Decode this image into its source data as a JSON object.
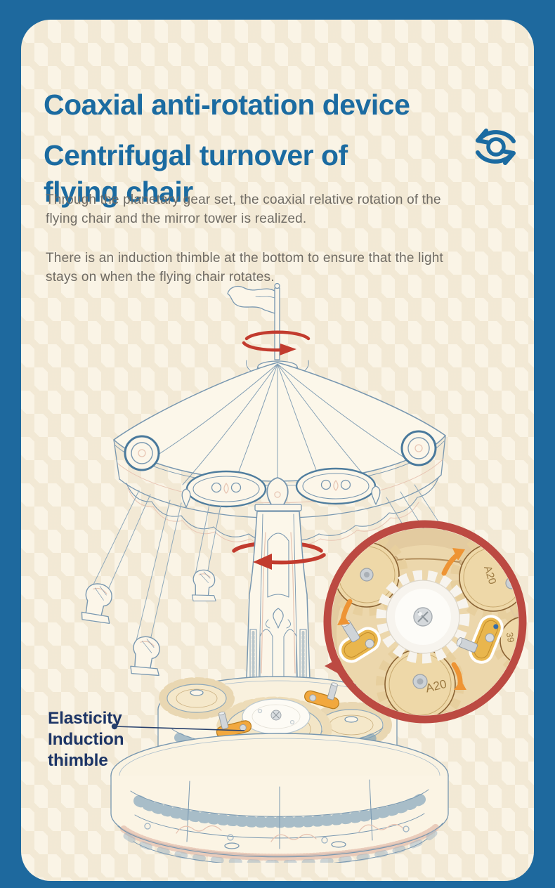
{
  "frame": {
    "border_color": "#1e699e"
  },
  "card": {
    "background_color": "#faf4e6"
  },
  "header": {
    "title": "Coaxial anti-rotation device",
    "subtitle_lines": [
      "Centrifugal turnover of",
      "flying chair"
    ],
    "text_color": "#1b6ba1",
    "icon": "rotate-sync"
  },
  "body": {
    "paragraphs": [
      "Through the planetary gear set, the coaxial relative rotation of the flying chair and the mirror tower is realized.",
      "There is an induction thimble at the bottom to ensure that the light stays on when the flying chair rotates."
    ],
    "text_color": "#6f6b64"
  },
  "illustration": {
    "line_color": "#7897b0",
    "accent_color": "#e6c2b0",
    "rotation_arrow_color": "#c23b2e",
    "thimble_highlight_color": "#f2a83e"
  },
  "inset_photo": {
    "ring_color": "#bc4a42",
    "arrow_color": "#ee9434",
    "gear_labels": {
      "right_gear": "A20",
      "bottom_gear": "A20",
      "edge_gear": "39"
    }
  },
  "callout": {
    "lines": [
      "Elasticity",
      "Induction",
      "thimble"
    ],
    "text_color": "#1d3566"
  }
}
